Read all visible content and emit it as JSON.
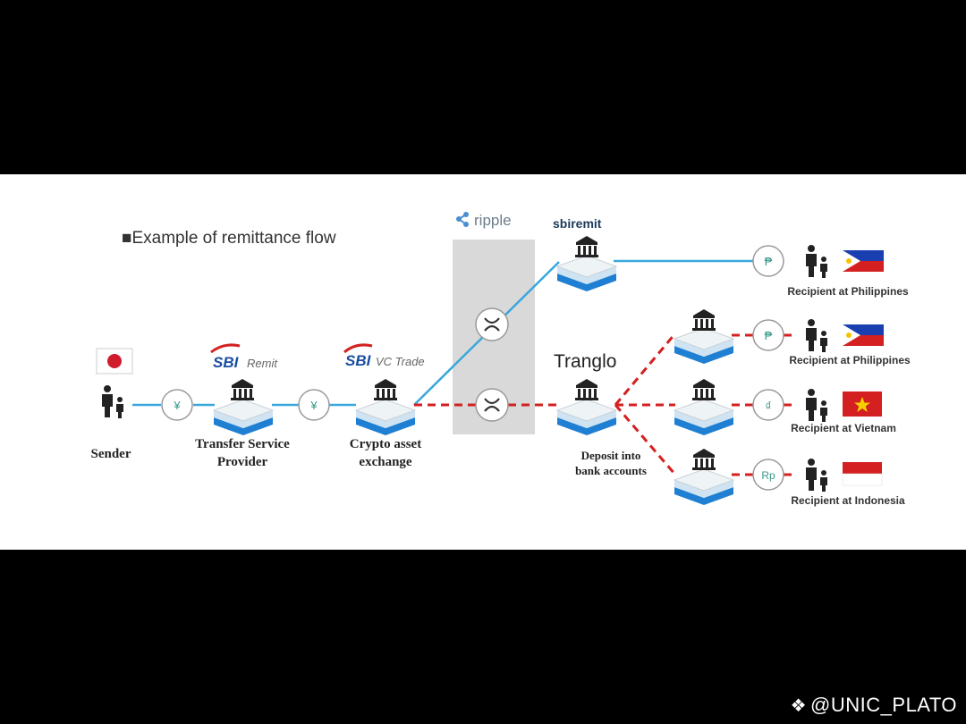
{
  "diagram": {
    "heading": "■Example of remittance flow",
    "sender": {
      "label": "Sender"
    },
    "transfer_provider": {
      "brand": "SBI",
      "brand_sub": "Remit",
      "label_line1": "Transfer Service",
      "label_line2": "Provider"
    },
    "crypto_exchange": {
      "brand": "SBI",
      "brand_sub": "VC Trade",
      "label_line1": "Crypto asset",
      "label_line2": "exchange"
    },
    "ripple": {
      "logo_text": "ripple"
    },
    "top_bank": {
      "logo_text": "sbiremit"
    },
    "tranglo": {
      "logo_text": "Tranglo",
      "label_line1": "Deposit into",
      "label_line2": "bank accounts"
    },
    "currency": {
      "yen": "¥",
      "peso": "₱",
      "dong": "₫",
      "rupiah": "Rp"
    },
    "recipients": [
      {
        "label": "Recipient at Philippines",
        "flag": "philippines",
        "currency": "₱"
      },
      {
        "label": "Recipient at Philippines",
        "flag": "philippines",
        "currency": "₱"
      },
      {
        "label": "Recipient at Vietnam",
        "flag": "vietnam",
        "currency": "₫"
      },
      {
        "label": "Recipient at Indonesia",
        "flag": "indonesia",
        "currency": "Rp"
      }
    ],
    "colors": {
      "solid_line": "#3aa7dc",
      "dashed_line": "#d42020",
      "bank_top": "#f2f6f8",
      "bank_side": "#1f7fd2"
    }
  },
  "watermark": {
    "icon": "binance-diamond-icon",
    "text": "@UNIC_PLATO"
  }
}
